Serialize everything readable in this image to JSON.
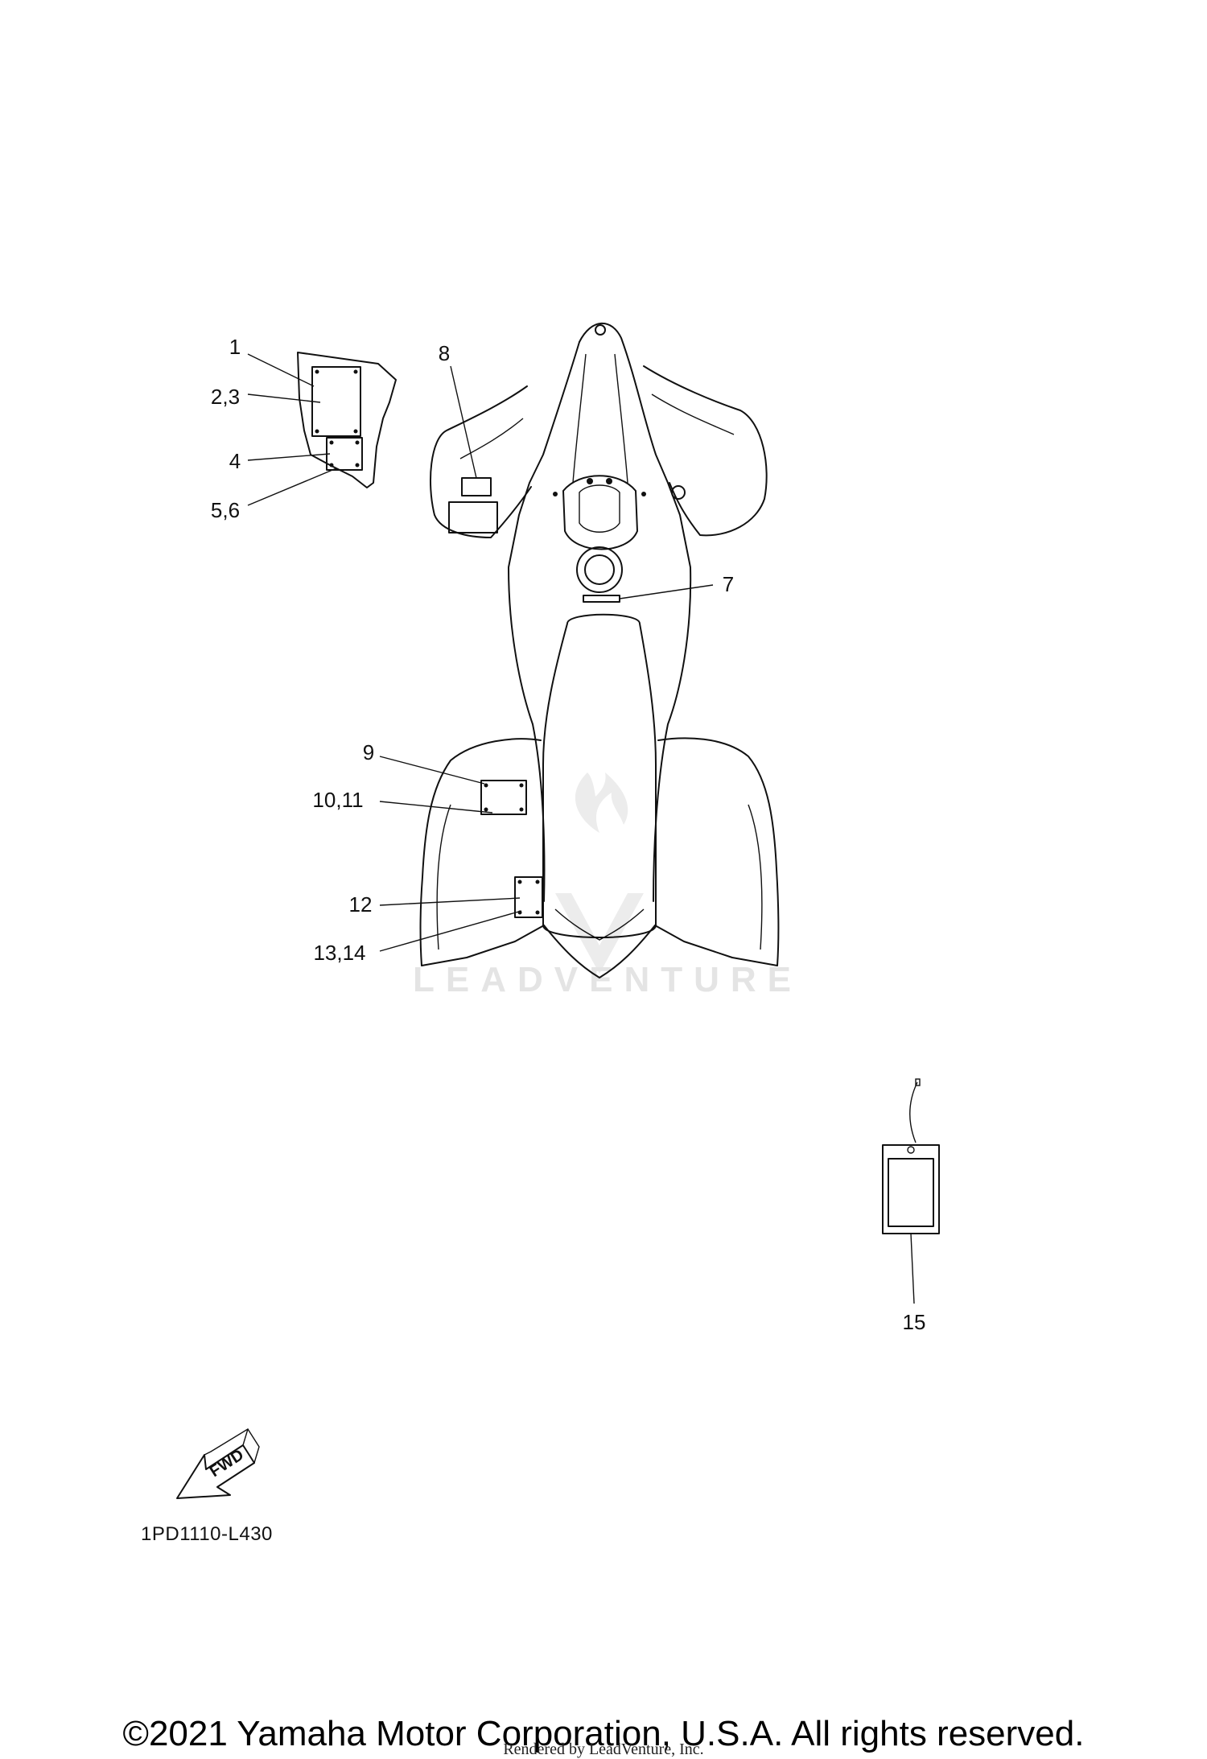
{
  "callouts": [
    {
      "id": "c1",
      "text": "1"
    },
    {
      "id": "c2",
      "text": "2,3"
    },
    {
      "id": "c3",
      "text": "4"
    },
    {
      "id": "c4",
      "text": "5,6"
    },
    {
      "id": "c5",
      "text": "8"
    },
    {
      "id": "c6",
      "text": "7"
    },
    {
      "id": "c7",
      "text": "9"
    },
    {
      "id": "c8",
      "text": "10,11"
    },
    {
      "id": "c9",
      "text": "12"
    },
    {
      "id": "c10",
      "text": "13,14"
    },
    {
      "id": "c11",
      "text": "15"
    }
  ],
  "fwd_label": "FWD",
  "diagram_code": "1PD1110-L430",
  "watermark": "LEADVENTURE",
  "copyright": "©2021 Yamaha Motor Corporation, U.S.A. All rights reserved.",
  "rendered_by": "Rendered by LeadVenture, Inc."
}
